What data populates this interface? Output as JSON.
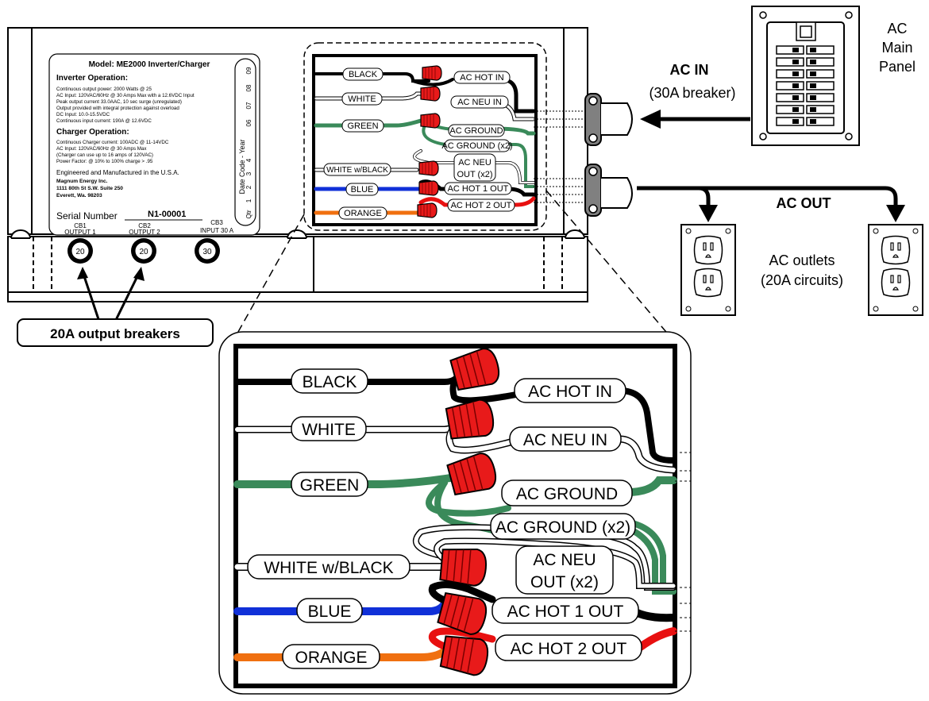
{
  "label_plate": {
    "model": "Model: ME2000 Inverter/Charger",
    "inverter_heading": "Inverter Operation:",
    "inverter_lines": [
      "Continuous output power: 2000 Watts @ 25",
      "AC Input: 120VAC/60Hz @ 30 Amps Max with a 12.6VDC Input",
      "Peak output current 33.0AAC, 10 sec surge (unregulated)",
      "Output provided with integral protection against overload",
      "DC Input: 10.0-15.5VDC",
      "Continuous input current: 190A @ 12.6VDC"
    ],
    "charger_heading": "Charger Operation:",
    "charger_lines": [
      "Continuous Charger current: 100ADC @ 11-14VDC",
      "AC Input: 120VAC/60Hz @ 30 Amps Max",
      "(Charger can use up to 16 amps of 120VAC)",
      "Power Factor:  @ 10% to 100% charge > .95"
    ],
    "made_in": "Engineered and Manufactured in the U.S.A.",
    "company": "Magnum Energy Inc.",
    "address1": "1111 80th St S.W. Suite 250",
    "address2": "Everett, Wa. 98203",
    "serial_label": "Serial Number",
    "serial_value": "N1-00001",
    "date_code_label": "Date Code - Year",
    "years": [
      "06",
      "07",
      "08",
      "09"
    ],
    "quarter_label": "Qtr",
    "quarters": [
      "1",
      "2",
      "3",
      "4"
    ]
  },
  "breakers": [
    {
      "id": "CB1",
      "name": "OUTPUT 1",
      "rating": "20"
    },
    {
      "id": "CB2",
      "name": "OUTPUT 2",
      "rating": "20"
    },
    {
      "id": "CB3",
      "name": "INPUT 30 A",
      "rating": "30"
    }
  ],
  "callout_breakers": "20A output breakers",
  "ac_in": {
    "title": "AC IN",
    "sub": "(30A breaker)"
  },
  "main_panel": {
    "lines": [
      "AC",
      "Main",
      "Panel"
    ]
  },
  "ac_out": {
    "title": "AC OUT"
  },
  "outlets_label": {
    "line1": "AC outlets",
    "line2": "(20A circuits)"
  },
  "wires": {
    "black": "BLACK",
    "white": "WHITE",
    "green": "GREEN",
    "white_black": "WHITE w/BLACK",
    "blue": "BLUE",
    "orange": "ORANGE"
  },
  "terminals": {
    "hot_in": "AC HOT IN",
    "neu_in": "AC NEU IN",
    "ground": "AC GROUND",
    "ground_x2": "AC GROUND (x2)",
    "neu_out_1": "AC NEU",
    "neu_out_2": "OUT (x2)",
    "hot1_out": "AC HOT 1 OUT",
    "hot2_out": "AC HOT 2 OUT"
  },
  "colors": {
    "black": "#000000",
    "white": "#ffffff",
    "green": "#3a8a5a",
    "blue": "#1030d8",
    "orange": "#f07010",
    "red": "#e81010",
    "nut": "#e81a1a",
    "conduit": "#808080"
  }
}
